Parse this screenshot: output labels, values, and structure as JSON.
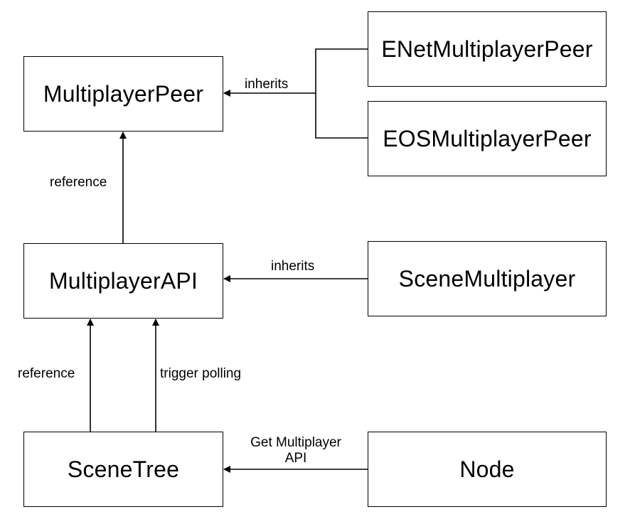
{
  "nodes": {
    "multiplayer_peer": "MultiplayerPeer",
    "enet_multiplayer_peer": "ENetMultiplayerPeer",
    "eos_multiplayer_peer": "EOSMultiplayerPeer",
    "multiplayer_api": "MultiplayerAPI",
    "scene_multiplayer": "SceneMultiplayer",
    "scene_tree": "SceneTree",
    "node": "Node"
  },
  "edges": {
    "peers_inherit": "inherits",
    "api_references_peer": "reference",
    "scene_multiplayer_inherits": "inherits",
    "tree_references_api": "reference",
    "tree_triggers_polling": "trigger polling",
    "node_gets_api": "Get Multiplayer API"
  },
  "colors": {
    "stroke": "#000000",
    "fill": "#ffffff",
    "text": "#000000"
  }
}
